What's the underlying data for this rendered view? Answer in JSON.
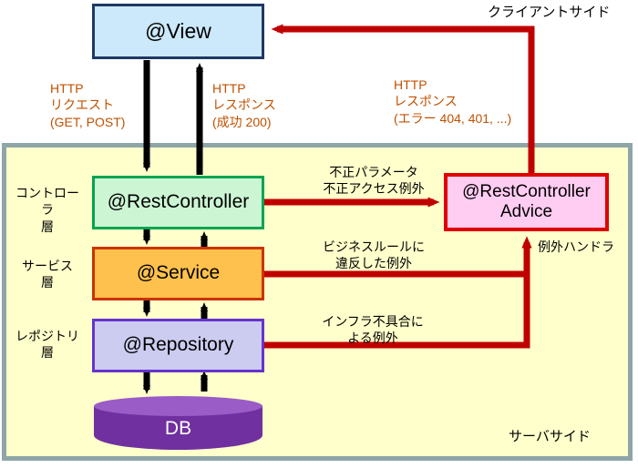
{
  "diagram": {
    "title_regions": {
      "client_side": "クライアントサイド",
      "server_side": "サーバサイド"
    },
    "nodes": {
      "view": "@View",
      "controller": "@RestController",
      "service": "@Service",
      "repository": "@Repository",
      "advice_line1": "@RestController",
      "advice_line2": "Advice",
      "db": "DB"
    },
    "layer_labels": {
      "controller": "コントローラ\n層",
      "service": "サービス\n層",
      "repository": "レポジトリ\n層"
    },
    "flow_labels": {
      "http_request": "HTTP\nリクエスト\n(GET, POST)",
      "http_response": "HTTP\nレスポンス\n(成功 200)",
      "http_error_response": "HTTP\nレスポンス\n(エラー 404, 401, ...)",
      "exception_controller": "不正パラメータ\n不正アクセス例外",
      "exception_service": "ビジネスルールに\n違反した例外",
      "exception_repository": "インフラ不具合に\nよる例外",
      "exception_handler": "例外ハンドラ"
    },
    "colors": {
      "panel_fill": "#ffffcc",
      "panel_border": "#8fa5a8",
      "view_fill": "#cce9fb",
      "view_border": "#1f3864",
      "controller_fill": "#ccf5d4",
      "controller_border": "#00a550",
      "service_fill": "#ffc14d",
      "service_border": "#cc3300",
      "repository_fill": "#ccccf0",
      "repository_border": "#6633cc",
      "advice_fill": "#ffccf2",
      "advice_border": "#e00000",
      "db_body": "#7030a0",
      "db_top": "#9a5cc6",
      "arrow_black": "#000000",
      "arrow_red": "#c00000",
      "label_orange": "#c05000"
    }
  }
}
